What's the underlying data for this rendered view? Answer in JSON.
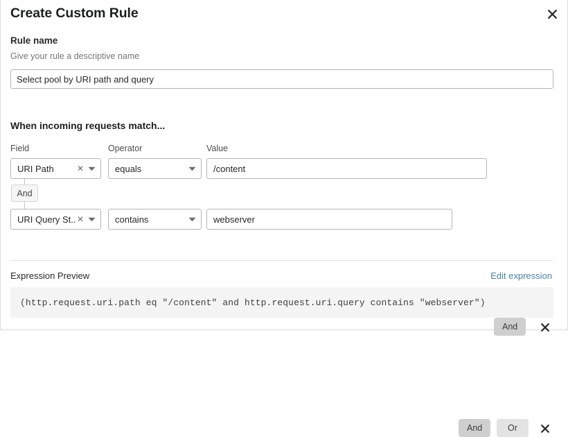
{
  "dialog": {
    "title": "Create Custom Rule",
    "close_icon": "close-icon"
  },
  "rule_name": {
    "label": "Rule name",
    "help": "Give your rule a descriptive name",
    "value": "Select pool by URI path and query",
    "placeholder": "Enter rule name"
  },
  "match": {
    "heading": "When incoming requests match...",
    "columns": {
      "field": "Field",
      "operator": "Operator",
      "value": "Value"
    },
    "connector": {
      "label": "And"
    },
    "rows": [
      {
        "field": "URI Path",
        "operator": "equals",
        "value": "/content",
        "value_placeholder": "Enter value",
        "clear_icon": "clear-icon",
        "caret_icon": "chevron-down-icon",
        "delete_icon": "close-icon",
        "logic_buttons": [
          {
            "label": "And",
            "state": "active"
          }
        ]
      },
      {
        "field": "URI Query St...",
        "operator": "contains",
        "value": "webserver",
        "value_placeholder": "Enter value",
        "clear_icon": "clear-icon",
        "caret_icon": "chevron-down-icon",
        "delete_icon": "close-icon",
        "logic_buttons": [
          {
            "label": "And",
            "state": "active"
          },
          {
            "label": "Or",
            "state": "inactive"
          }
        ]
      }
    ]
  },
  "expression": {
    "label": "Expression Preview",
    "edit_link": "Edit expression",
    "code": "(http.request.uri.path eq \"/content\" and http.request.uri.query contains \"webserver\")"
  },
  "colors": {
    "link": "#4a83a8",
    "text": "#26282a",
    "muted": "#767676",
    "border": "#b5b5b5",
    "button_active": "#cfcfcf",
    "button_inactive": "#e3e3e3",
    "preview_bg": "#f4f4f4"
  }
}
